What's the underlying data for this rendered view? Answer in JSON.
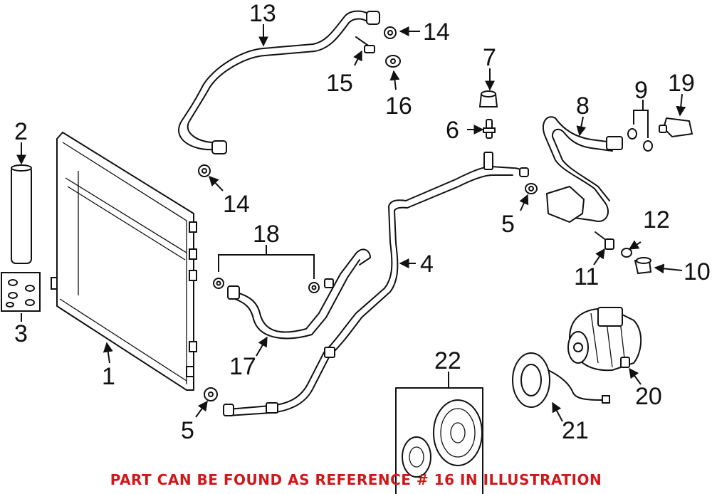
{
  "callouts": {
    "c1": "1",
    "c2": "2",
    "c3": "3",
    "c4": "4",
    "c5a": "5",
    "c5b": "5",
    "c6": "6",
    "c7": "7",
    "c8": "8",
    "c9": "9",
    "c10": "10",
    "c11": "11",
    "c12": "12",
    "c13": "13",
    "c14a": "14",
    "c14b": "14",
    "c15": "15",
    "c16": "16",
    "c17": "17",
    "c18": "18",
    "c19": "19",
    "c20": "20",
    "c21": "21",
    "c22": "22"
  },
  "caption": "PART CAN BE FOUND AS REFERENCE # 16 IN ILLUSTRATION",
  "colors": {
    "caption": "#d2171c",
    "line": "#111111"
  }
}
